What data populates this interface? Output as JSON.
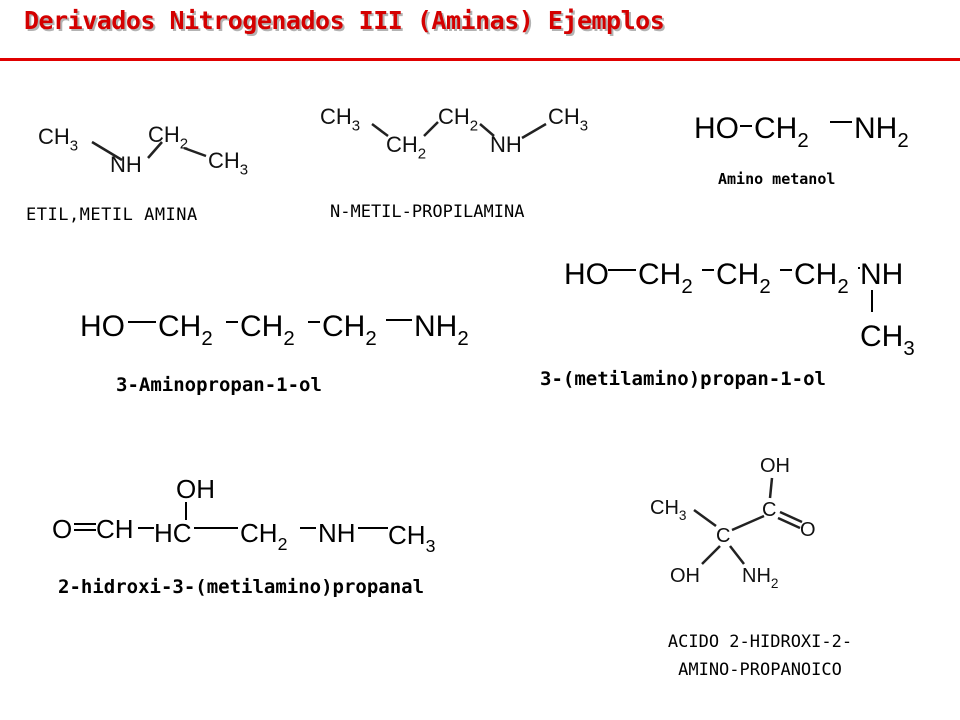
{
  "title": "Derivados Nitrogenados III (Aminas) Ejemplos",
  "accent": "#e00000",
  "compounds": [
    {
      "name": "ETIL,METIL AMINA",
      "atoms": {
        "ch3a": "CH3",
        "nh": "NH",
        "ch2": "CH2",
        "ch3b": "CH3"
      }
    },
    {
      "name": "N-METIL-PROPILAMINA",
      "atoms": {
        "ch3a": "CH3",
        "ch2a": "CH2",
        "ch2b": "CH2",
        "nh": "NH",
        "ch3b": "CH3"
      }
    },
    {
      "name": "Amino metanol",
      "atoms": {
        "ho": "HO",
        "ch2": "CH2",
        "nh2": "NH2"
      }
    },
    {
      "name": "3-Aminopropan-1-ol",
      "atoms": {
        "ho": "HO",
        "ch2a": "CH2",
        "ch2b": "CH2",
        "ch2c": "CH2",
        "nh2": "NH2"
      }
    },
    {
      "name": "3-(metilamino)propan-1-ol",
      "atoms": {
        "ho": "HO",
        "ch2a": "CH2",
        "ch2b": "CH2",
        "ch2c": "CH2",
        "nh": "NH",
        "ch3": "CH3"
      }
    },
    {
      "name": "2-hidroxi-3-(metilamino)propanal",
      "atoms": {
        "o": "O",
        "ch": "CH",
        "oh": "OH",
        "hc": "HC",
        "ch2": "CH2",
        "nh": "NH",
        "ch3": "CH3"
      }
    },
    {
      "name_line1": "ACIDO 2-HIDROXI-2-",
      "name_line2": "AMINO-PROPANOICO",
      "atoms": {
        "oh_top": "OH",
        "ch3": "CH3",
        "c_acid": "C",
        "o": "O",
        "c_center": "C",
        "oh": "OH",
        "nh2": "NH2"
      }
    }
  ]
}
